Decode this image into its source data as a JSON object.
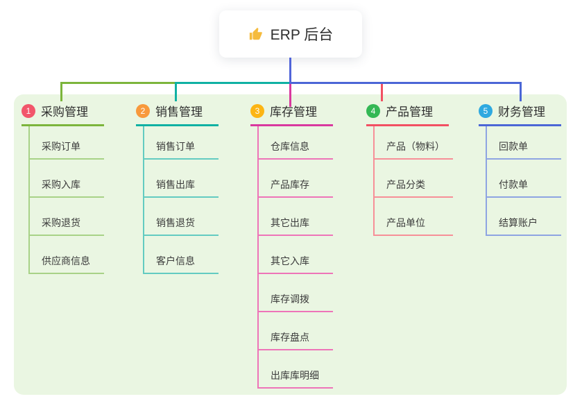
{
  "root": {
    "icon": "thumbs-up-icon",
    "label": "ERP 后台"
  },
  "palette": {
    "canvas_bg": "#ffffff",
    "panel_bg": "#eaf6e2",
    "root_stem": "#5165d9",
    "thumb_icon": "#f5bb3d",
    "text_dark": "#2f2f2f"
  },
  "branches": [
    {
      "number": "1",
      "label": "采购管理",
      "badge_color": "#f2566b",
      "line_color": "#7cb53c",
      "child_line_color": "#a8d287",
      "children": [
        "采购订单",
        "采购入库",
        "采购退货",
        "供应商信息"
      ]
    },
    {
      "number": "2",
      "label": "销售管理",
      "badge_color": "#f8993c",
      "line_color": "#10b1a3",
      "child_line_color": "#63cbc1",
      "children": [
        "销售订单",
        "销售出库",
        "销售退货",
        "客户信息"
      ]
    },
    {
      "number": "3",
      "label": "库存管理",
      "badge_color": "#fcb514",
      "line_color": "#d9399f",
      "child_line_color": "#ee74b8",
      "children": [
        "仓库信息",
        "产品库存",
        "其它出库",
        "其它入库",
        "库存调拨",
        "库存盘点",
        "出库库明细"
      ]
    },
    {
      "number": "4",
      "label": "产品管理",
      "badge_color": "#34b855",
      "line_color": "#f25062",
      "child_line_color": "#f78f98",
      "children": [
        "产品（物料）",
        "产品分类",
        "产品单位"
      ]
    },
    {
      "number": "5",
      "label": "财务管理",
      "badge_color": "#2ea9e0",
      "line_color": "#4b66d6",
      "child_line_color": "#8ea4e2",
      "children": [
        "回款单",
        "付款单",
        "结算账户"
      ]
    }
  ]
}
